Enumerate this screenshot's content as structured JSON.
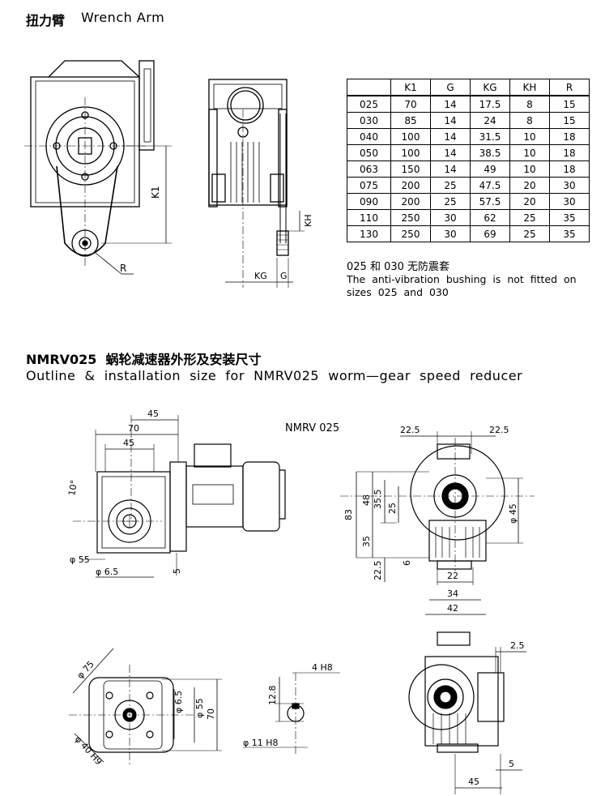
{
  "section1": {
    "title_cn": "扭力臂",
    "title_en": "Wrench Arm"
  },
  "wrench_labels": {
    "k1": "K1",
    "r": "R",
    "kh": "KH",
    "kg": "KG",
    "g": "G"
  },
  "table": {
    "headers": [
      "",
      "K1",
      "G",
      "KG",
      "KH",
      "R"
    ],
    "rows": [
      [
        "025",
        "70",
        "14",
        "17.5",
        "8",
        "15"
      ],
      [
        "030",
        "85",
        "14",
        "24",
        "8",
        "15"
      ],
      [
        "040",
        "100",
        "14",
        "31.5",
        "10",
        "18"
      ],
      [
        "050",
        "100",
        "14",
        "38.5",
        "10",
        "18"
      ],
      [
        "063",
        "150",
        "14",
        "49",
        "10",
        "18"
      ],
      [
        "075",
        "200",
        "25",
        "47.5",
        "20",
        "30"
      ],
      [
        "090",
        "200",
        "25",
        "57.5",
        "20",
        "30"
      ],
      [
        "110",
        "250",
        "30",
        "62",
        "25",
        "35"
      ],
      [
        "130",
        "250",
        "30",
        "69",
        "25",
        "35"
      ]
    ]
  },
  "note": {
    "cn": "025 和 030 无防震套",
    "en_line1": "The  anti-vibration  bushing  is  not  fitted  on",
    "en_line2": "sizes  025  and  030"
  },
  "section2": {
    "title_cn": "NMRV025  蜗轮减速器外形及安装尺寸",
    "title_en": "Outline  &  installation  size  for  NMRV025  worm—gear  speed  reducer",
    "model": "NMRV  025"
  },
  "dims": {
    "d45top": "45",
    "d70": "70",
    "d45": "45",
    "d10": "10°",
    "d55": "φ 55",
    "d65": "φ 6.5",
    "d5": "5",
    "r225a": "22.5",
    "r225b": "22.5",
    "r48": "48",
    "r355": "35.5",
    "r25": "25",
    "r83": "83",
    "r35": "35",
    "r225c": "22.5",
    "r6": "6",
    "r45": "φ 45",
    "r22": "22",
    "r34": "34",
    "r42": "42",
    "f75": "φ 75",
    "f65": "φ 6.5",
    "f55": "φ 55",
    "f70": "70",
    "f40": "φ 40 H9",
    "s128": "12.8",
    "s4h8": "4  H8",
    "s11h8": "φ 11  H8",
    "b25": "2.5",
    "b5": "5",
    "b45": "45"
  }
}
